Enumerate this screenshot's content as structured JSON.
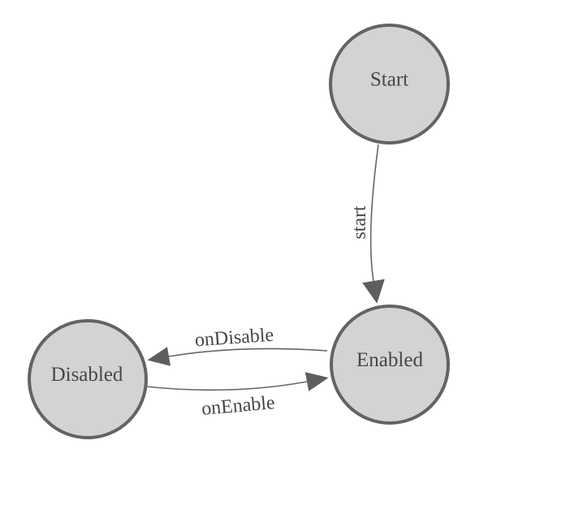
{
  "diagram": {
    "type": "state-machine",
    "background_color": "#ffffff",
    "node_fill_color": "#d3d3d3",
    "node_border_color": "#636363",
    "edge_color": "#666666",
    "arrow_color": "#5e5e5e",
    "label_color": "#474747",
    "nodes": [
      {
        "id": "start",
        "label": "Start"
      },
      {
        "id": "enabled",
        "label": "Enabled"
      },
      {
        "id": "disabled",
        "label": "Disabled"
      }
    ],
    "edges": [
      {
        "from": "Start",
        "to": "Enabled",
        "label": "start"
      },
      {
        "from": "Enabled",
        "to": "Disabled",
        "label": "onDisable"
      },
      {
        "from": "Disabled",
        "to": "Enabled",
        "label": "onEnable"
      }
    ]
  }
}
